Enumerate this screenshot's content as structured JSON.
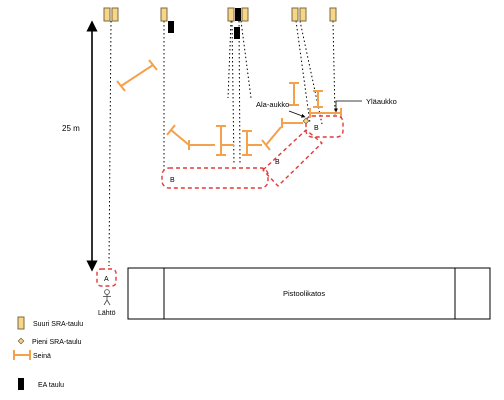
{
  "labels": {
    "distance": "25 m",
    "start_marker": "A",
    "start": "Lähtö",
    "zone_b": "B",
    "lower_opening": "Ala-aukko",
    "upper_opening": "Yläaukko",
    "range_stop": "Pistoolikatos"
  },
  "legend": {
    "large_target": "Suuri SRA-taulu",
    "small_target": "Pieni SRA-taulu",
    "wall": "Seinä",
    "ea_target": "EA taulu"
  },
  "colors": {
    "target_fill": "#f7d68a",
    "target_stroke": "#7a6a3a",
    "wall": "#f5a04a",
    "zone_dash": "#e23b3b",
    "ea": "#000000"
  }
}
